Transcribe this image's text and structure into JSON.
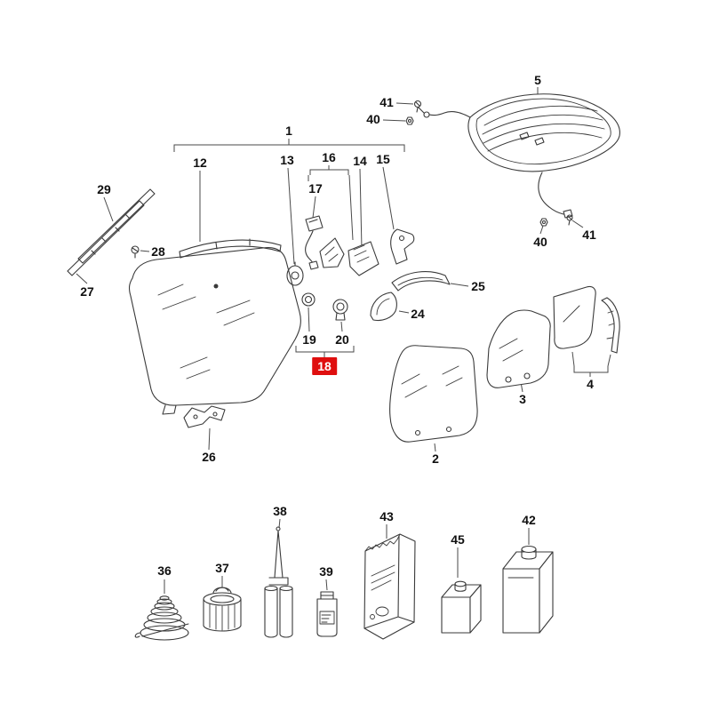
{
  "colors": {
    "highlight": "#df0f0f",
    "line": "#3a3a3a",
    "leader": "#4a4a4a"
  },
  "highlighted_part": "18",
  "callouts": {
    "c1": "1",
    "c2": "2",
    "c3": "3",
    "c4": "4",
    "c5": "5",
    "c12": "12",
    "c13": "13",
    "c14": "14",
    "c15": "15",
    "c16": "16",
    "c17": "17",
    "c18": "18",
    "c19": "19",
    "c20": "20",
    "c24": "24",
    "c25": "25",
    "c26": "26",
    "c27": "27",
    "c28": "28",
    "c29": "29",
    "c36": "36",
    "c37": "37",
    "c38": "38",
    "c39": "39",
    "c40a": "40",
    "c40b": "40",
    "c41a": "41",
    "c41b": "41",
    "c42": "42",
    "c43": "43",
    "c45": "45"
  }
}
